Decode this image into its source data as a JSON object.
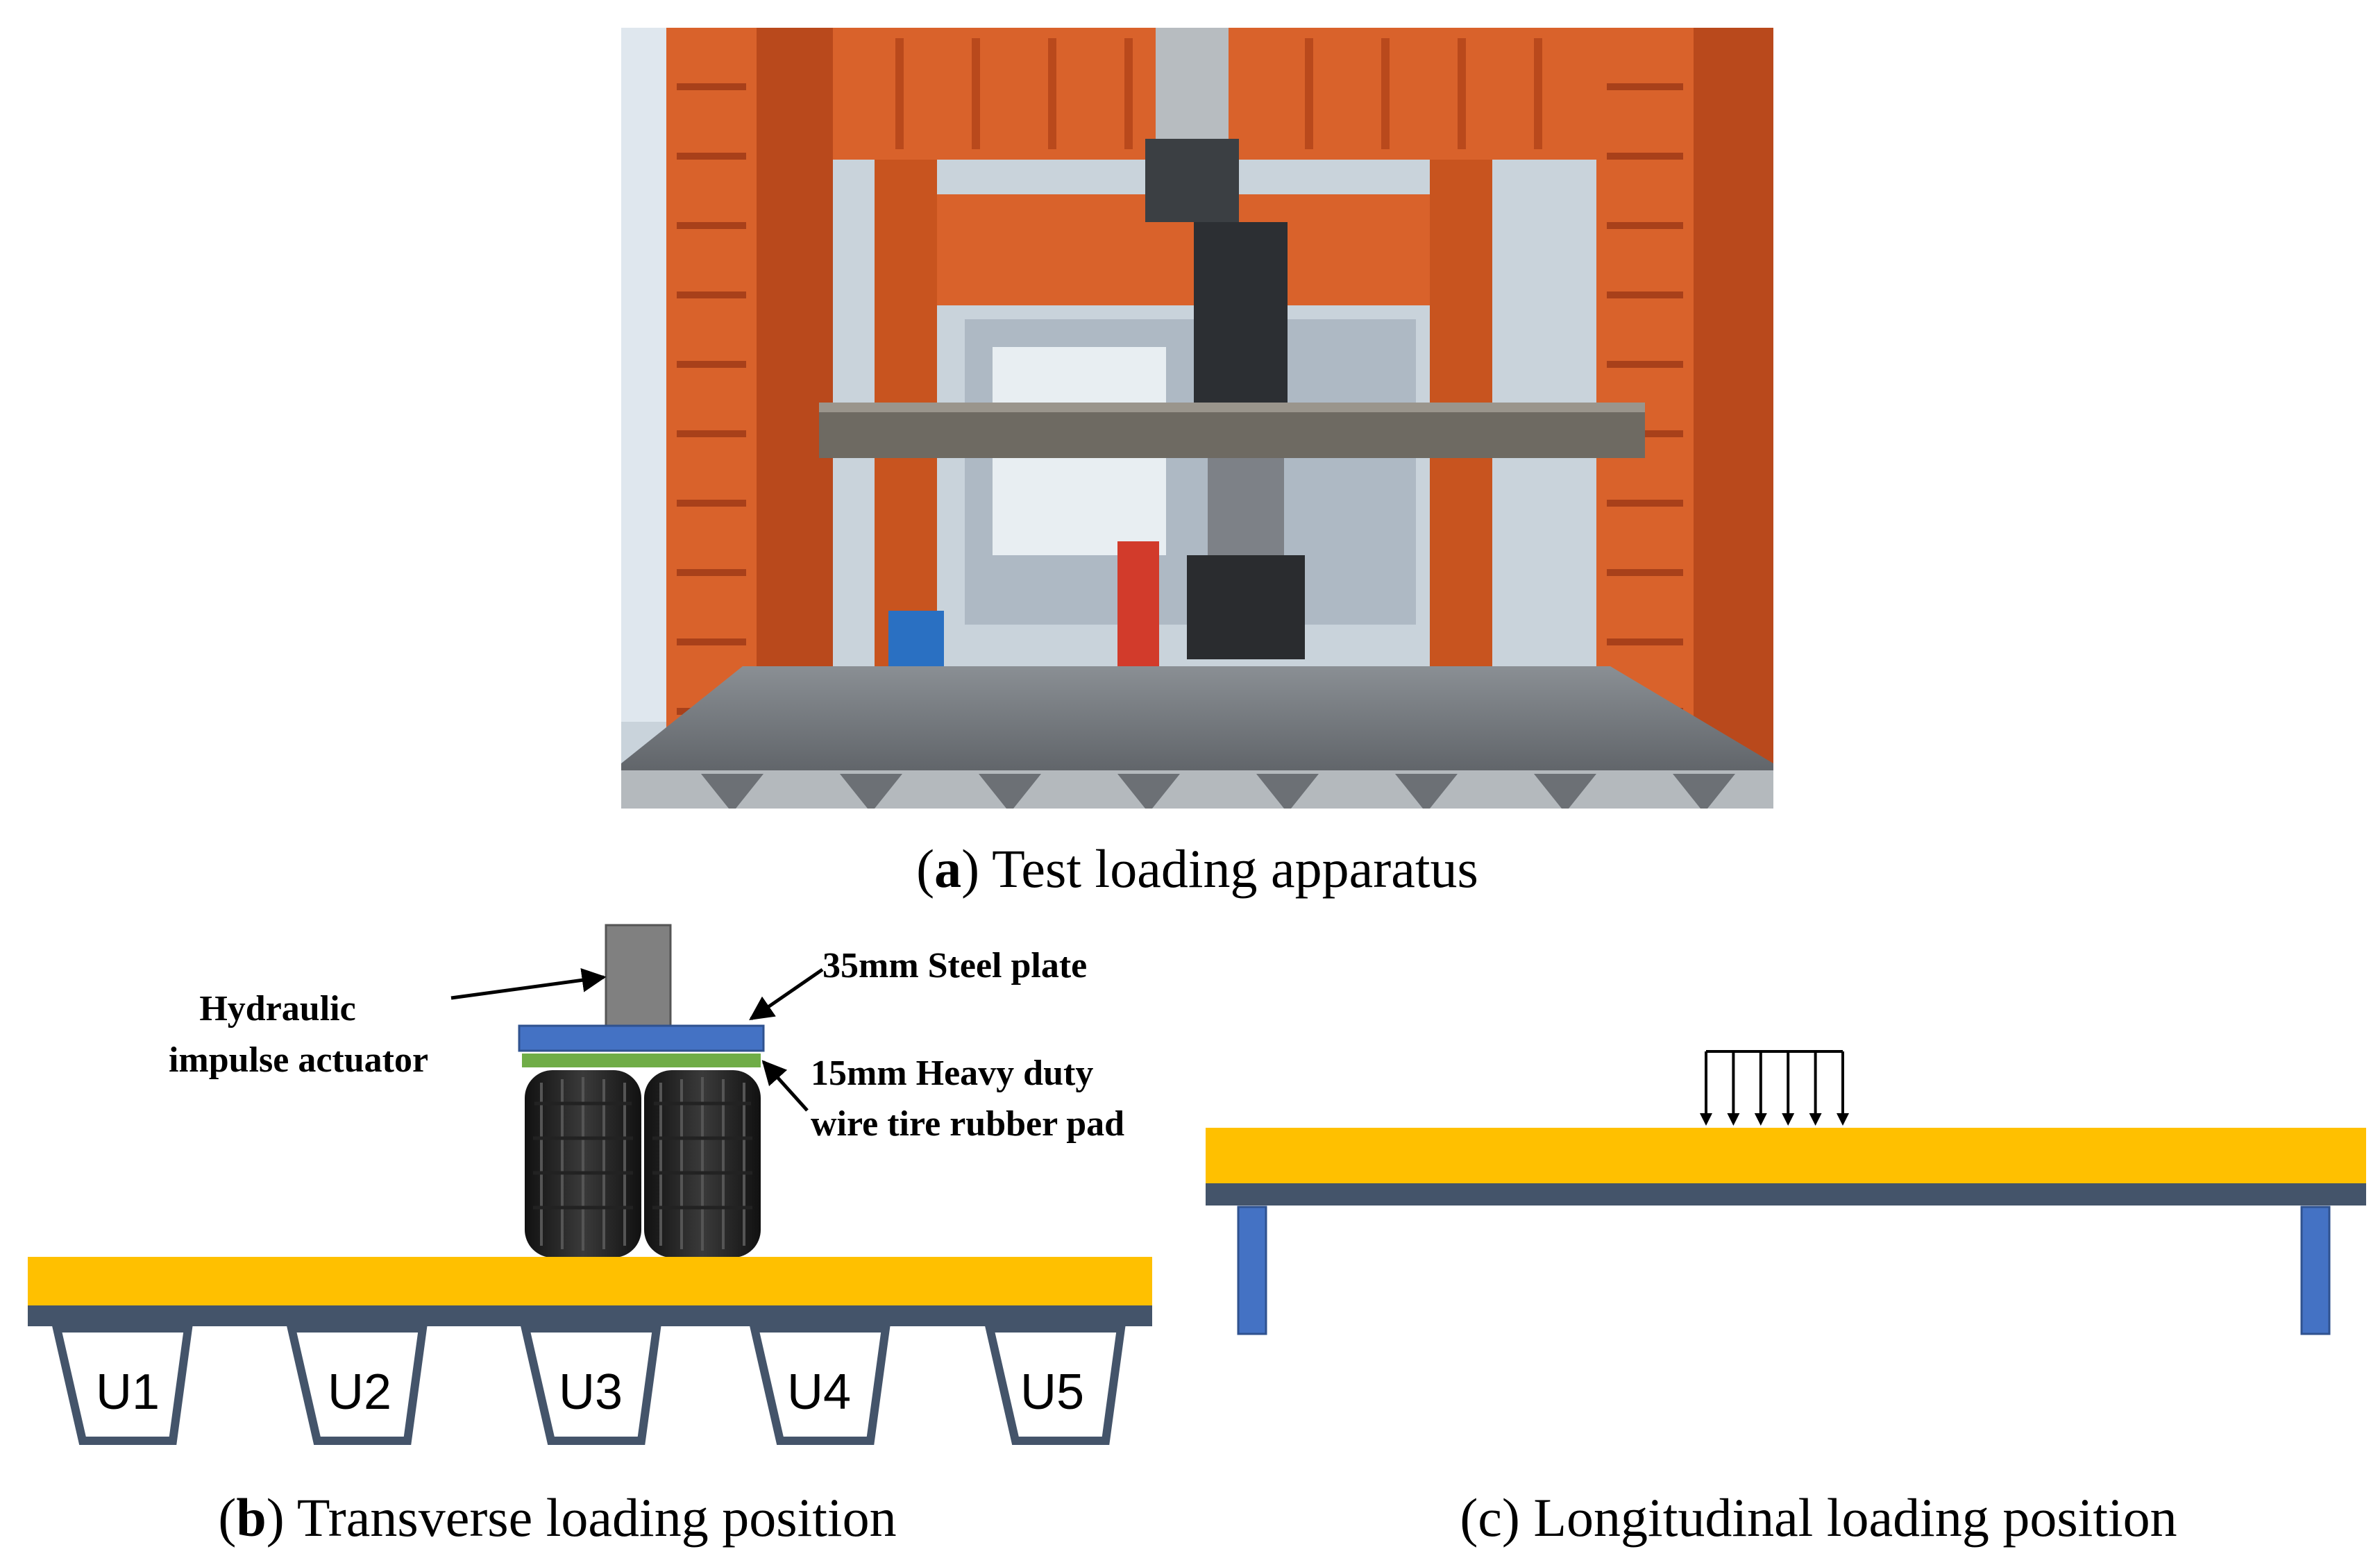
{
  "panel_a": {
    "caption_letter": "a",
    "caption_text": " Test loading apparatus"
  },
  "panel_b": {
    "caption_letter": "b",
    "caption_text": " Transverse loading position",
    "labels": {
      "actuator_line1": "Hydraulic",
      "actuator_line2": "impulse actuator",
      "steel_plate": "35mm Steel plate",
      "rubber_pad_line1": "15mm Heavy duty",
      "rubber_pad_line2": "wire tire rubber pad"
    },
    "ribs": [
      "U1",
      "U2",
      "U3",
      "U4",
      "U5"
    ]
  },
  "panel_c": {
    "caption_letter": "c",
    "caption_text": " Longitudinal loading position",
    "load_arrow_count": 6
  },
  "colors": {
    "deck": "#FFC000",
    "deck_plate": "#44546A",
    "support": "#4472C4",
    "steel_plate": "#4472C4",
    "rubber_pad": "#70AD47",
    "actuator": "#808080",
    "frame_orange": "#D9622B"
  }
}
